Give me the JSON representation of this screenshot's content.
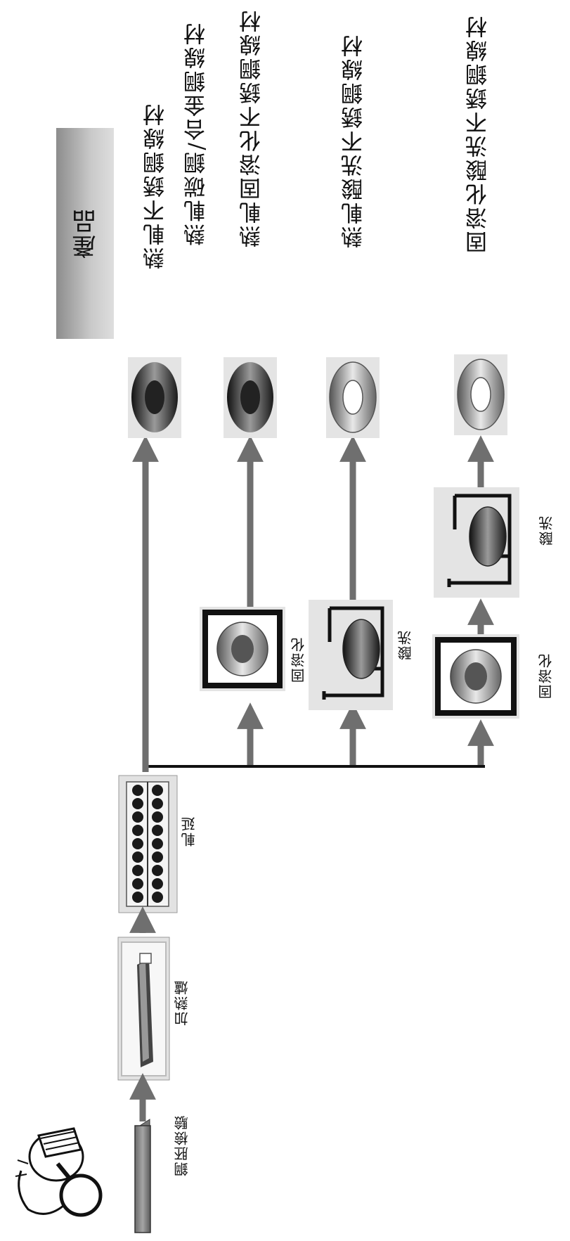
{
  "header": {
    "label": "產品"
  },
  "process_steps": {
    "billet_inspection": "鋼胚檢驗",
    "heating_furnace": "加熱爐",
    "rolling": "軋延"
  },
  "branch_labels": {
    "solution_treatment_1": "固溶化",
    "pickling_1": "酸洗",
    "solution_treatment_2": "固溶化",
    "pickling_2": "酸洗"
  },
  "products": [
    {
      "line1": "熱軋不銹鋼線材",
      "line2": "熱軋碳鋼/合金鋼線材"
    },
    {
      "line1": "熱軋固溶化不銹鋼線材"
    },
    {
      "line1": "熱軋酸洗不銹鋼線材"
    },
    {
      "line1": "固溶化酸洗不銹鋼線材"
    }
  ],
  "colors": {
    "arrow": "#6f6f6f",
    "branch_line": "#111111",
    "header_bar": "#a8a8a8",
    "box_bg": "#e6e6e6"
  },
  "icons": [
    "inspector-figure-icon",
    "billet-icon",
    "furnace-icon",
    "rolling-mill-icon",
    "coil-icon",
    "solution-treatment-furnace-icon",
    "pickling-tank-icon"
  ]
}
